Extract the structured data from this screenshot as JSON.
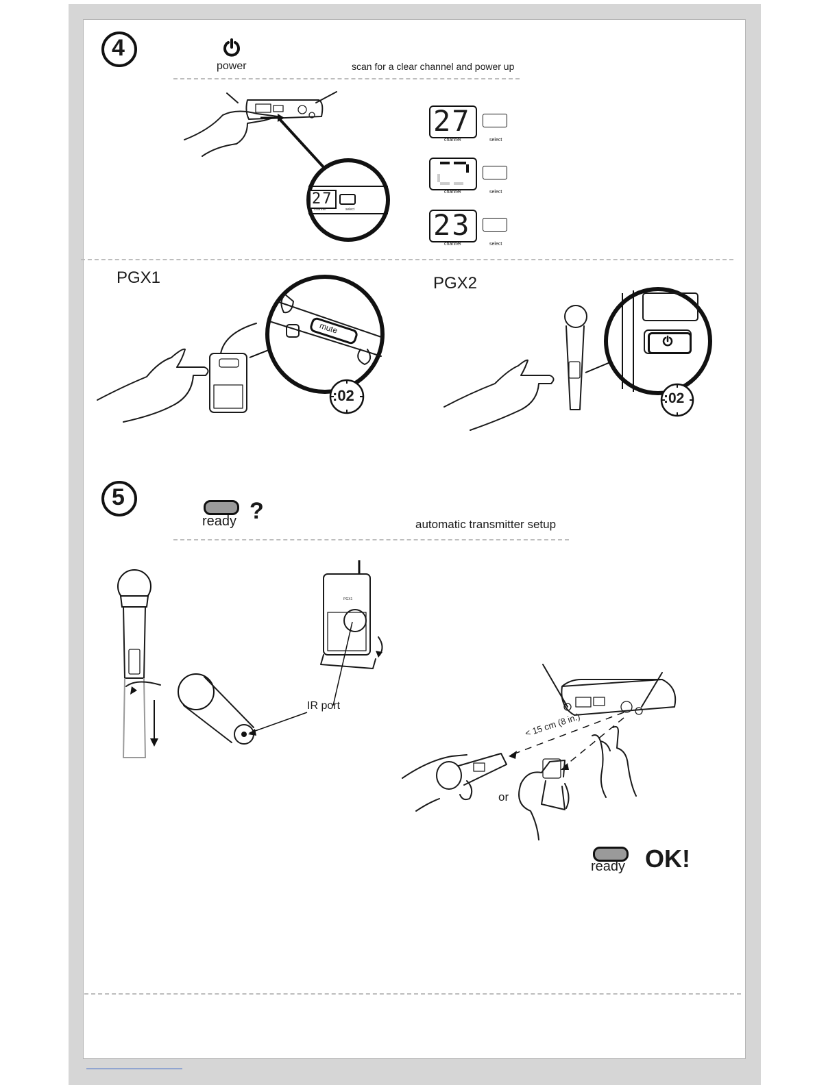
{
  "step4": {
    "number": "4",
    "power_label": "power",
    "instruction": "scan for a clear channel and power up",
    "receiver_display": {
      "channel": "27",
      "channel_label": "channel",
      "select_label": "select"
    },
    "displays": [
      {
        "digits": "27",
        "channel_label": "channel",
        "select_label": "select"
      },
      {
        "digits": "",
        "channel_label": "channel",
        "select_label": "select"
      },
      {
        "digits": "23",
        "channel_label": "channel",
        "select_label": "select"
      }
    ],
    "pgx1": {
      "label": "PGX1",
      "button_label": "mute",
      "timer": ":02"
    },
    "pgx2": {
      "label": "PGX2",
      "timer": ":02"
    }
  },
  "step5": {
    "number": "5",
    "ready_label": "ready",
    "question_mark": "?",
    "instruction": "automatic transmitter setup",
    "ir_port_label": "IR port",
    "bodypack_label": "PGX1",
    "distance_label": "< 15 cm (8 in.)",
    "or_label": "or",
    "ready_label_2": "ready",
    "ok_label": "OK!"
  },
  "colors": {
    "ink": "#1a1a1a",
    "dash": "#bdbdbd",
    "frame": "#d6d6d6",
    "ready_led": "#9a9a9a",
    "link": "#2f5ec8"
  },
  "icons": [
    "power-icon",
    "stopwatch-icon",
    "hand-icon",
    "receiver-icon",
    "microphone-icon",
    "bodypack-icon"
  ]
}
